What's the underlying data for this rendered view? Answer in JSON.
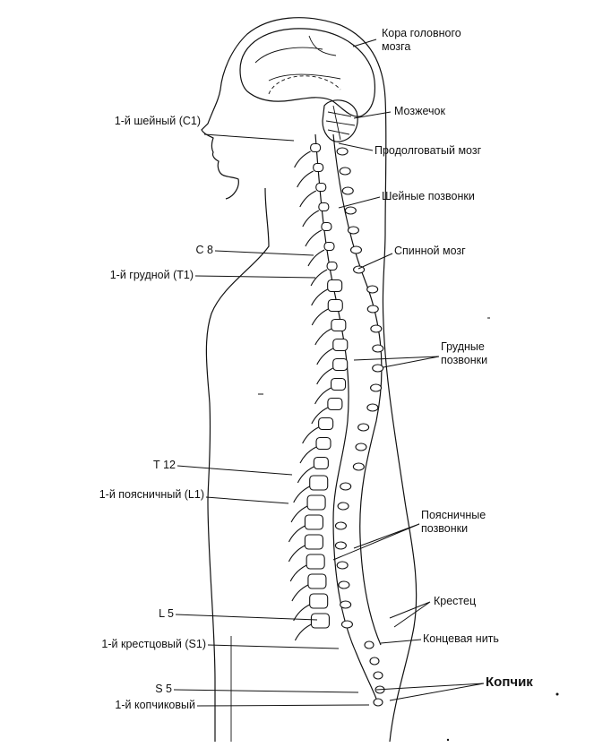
{
  "labels": {
    "cortex": "Кора головного\nмозга",
    "cerebellum": "Мозжечок",
    "c1": "1-й шейный (С1)",
    "medulla": "Продолговатый мозг",
    "cervical_vertebrae": "Шейные позвонки",
    "c8": "С 8",
    "spinal_cord": "Спинной мозг",
    "t1": "1-й грудной (Т1)",
    "thoracic_vertebrae": "Грудные\nпозвонки",
    "t12": "Т 12",
    "l1": "1-й поясничный (L1)",
    "lumbar_vertebrae": "Поясничные\nпозвонки",
    "sacrum": "Крестец",
    "l5": "L 5",
    "filum_terminale": "Концевая нить",
    "s1": "1-й крестцовый (S1)",
    "s5": "S 5",
    "coccyx": "Копчик",
    "co1": "1-й копчиковый"
  }
}
